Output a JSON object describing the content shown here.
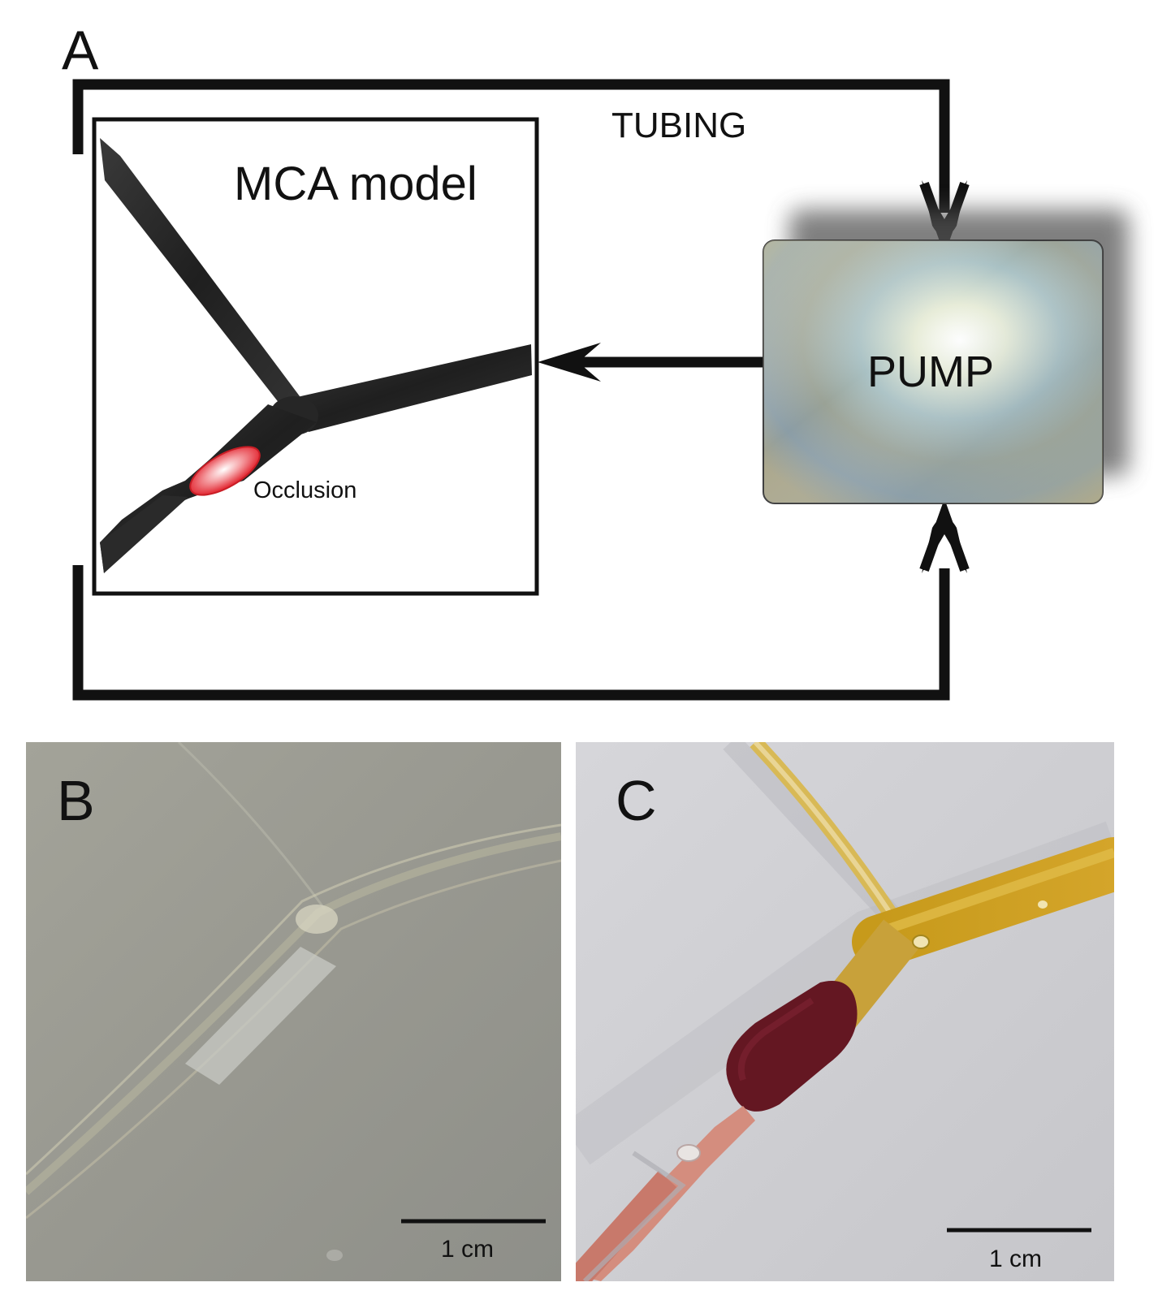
{
  "panel_a": {
    "letter": "A",
    "tubing_label": "TUBING",
    "model_label": "MCA model",
    "occlusion_label": "Occlusion",
    "pump_label": "PUMP"
  },
  "panel_b": {
    "letter": "B",
    "scale_label": "1 cm"
  },
  "panel_c": {
    "letter": "C",
    "scale_label": "1 cm"
  },
  "colors": {
    "line": "#111111",
    "vessel": "#2b2b2b",
    "occlusion": "#e8343c",
    "photo_b_bg": "#9a9a8e",
    "photo_c_bg": "#cfcfd3",
    "clot": "#6a1a24",
    "yellow_fluid": "#c39a1c"
  }
}
